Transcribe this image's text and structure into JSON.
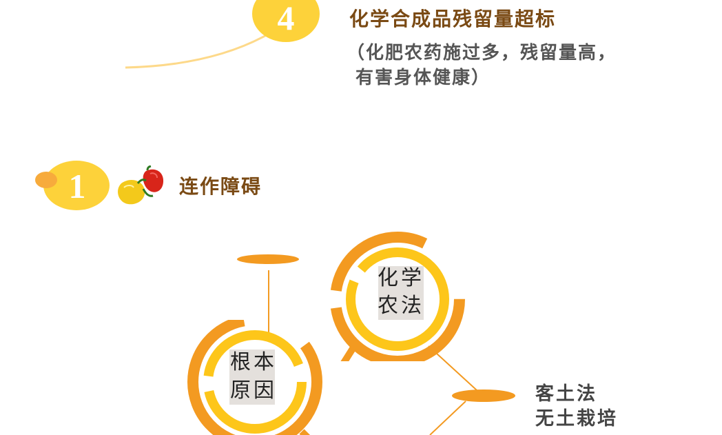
{
  "step4": {
    "number": "4",
    "title": "化学合成品残留量超标",
    "desc_line1": "（化肥农药施过多，残留量高，",
    "desc_line2": "有害身体健康）"
  },
  "step1": {
    "number": "1",
    "title": "连作障碍"
  },
  "diagram": {
    "root_cause": [
      "根本",
      "原因"
    ],
    "chemical_method": [
      "化学",
      "农法"
    ],
    "alternatives": [
      "客土法",
      "无土栽培"
    ]
  },
  "colors": {
    "orange": "#f39a21",
    "yellow": "#fdc61a",
    "badge_yellow": "#fdd23a",
    "label_bg": "#e4e0dc"
  }
}
